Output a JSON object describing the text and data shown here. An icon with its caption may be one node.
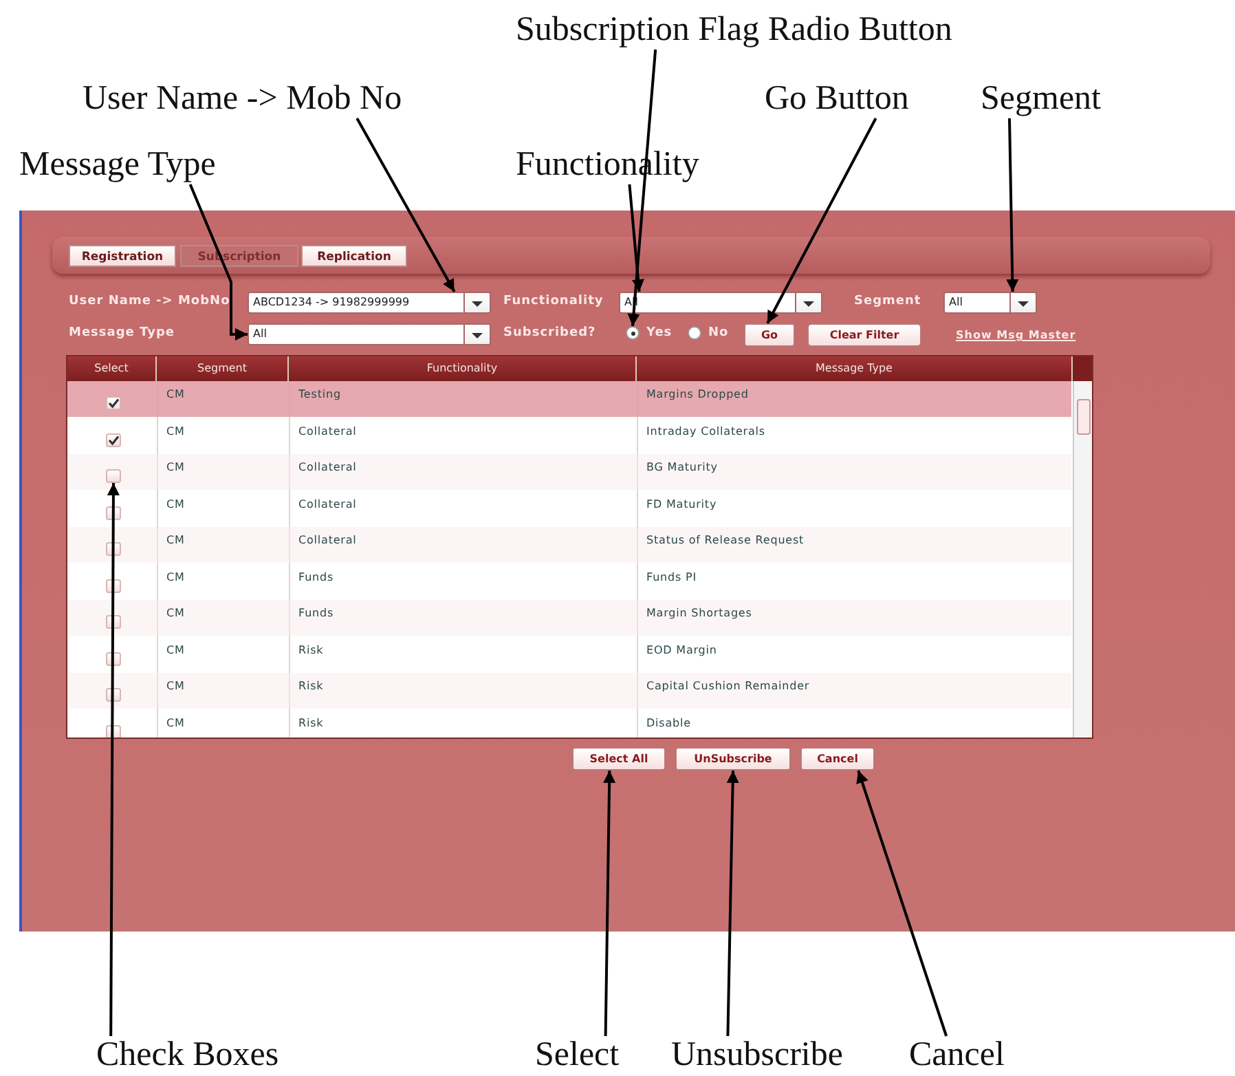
{
  "diagram": {
    "nodes": [
      {
        "text": [
          "Subscription Flag Radio Button"
        ]
      },
      {
        "text": [
          "User Name -> Mob No"
        ]
      },
      {
        "text": [
          "Go Button"
        ]
      },
      {
        "text": [
          "Segment"
        ]
      },
      {
        "text": [
          "Message Type"
        ]
      },
      {
        "text": [
          "Functionality"
        ]
      },
      {
        "text": [],
        "shape": "box"
      },
      {
        "text": [],
        "shape": "box"
      },
      {
        "text": [],
        "shape": "box"
      },
      {
        "text": [],
        "shape": "box"
      },
      {
        "text": [],
        "shape": "circle"
      },
      {
        "text": [],
        "shape": "box"
      },
      {
        "text": [],
        "shape": "box"
      },
      {
        "text": [],
        "shape": "box"
      },
      {
        "text": [],
        "shape": "box"
      },
      {
        "text": [],
        "shape": "box"
      },
      {
        "text": [
          "Check Boxes"
        ]
      },
      {
        "text": [
          "Select"
        ]
      },
      {
        "text": [
          "Unsubscribe"
        ]
      },
      {
        "text": [
          "Cancel"
        ]
      },
      {
        "text": [],
        "shape": "box"
      },
      {
        "text": [],
        "shape": "box"
      },
      {
        "text": [],
        "shape": "box"
      },
      {
        "text": [],
        "shape": "box"
      },
      {
        "text": [],
        "shape": "box"
      },
      {
        "text": [],
        "shape": "box"
      },
      {
        "text": [],
        "shape": "box"
      },
      {
        "text": [],
        "shape": "box"
      },
      {
        "text": [],
        "shape": "box"
      },
      {
        "text": [],
        "shape": "circle"
      },
      {
        "text": [
          "Clear Filter"
        ]
      }
    ],
    "edges": [
      {
        "from": 4,
        "to": 9,
        "arrow": "to"
      },
      {
        "from": 1,
        "to": 6,
        "arrow": "to"
      },
      {
        "from": 5,
        "to": 7,
        "arrow": "to"
      },
      {
        "from": 0,
        "to": 10,
        "arrow": "to"
      },
      {
        "from": 2,
        "to": 11,
        "arrow": "to"
      },
      {
        "from": 3,
        "to": 8,
        "arrow": "to"
      },
      {
        "from": 16,
        "to": 12,
        "arrow": "to"
      },
      {
        "from": 17,
        "to": 13,
        "arrow": "to"
      },
      {
        "from": 18,
        "to": 14,
        "arrow": "to"
      },
      {
        "from": 19,
        "to": 15,
        "arrow": "to"
      }
    ],
    "labels": [
      "Registration",
      "Subscription",
      "Replication",
      "User Name -> MobNo",
      "ABCD1234 -> 91982999999",
      "Functionality",
      "All",
      "Segment",
      "All",
      "Message Type",
      "All",
      "Subscribed?",
      "Yes",
      "No",
      "Go",
      "Show Msg Master",
      "Select",
      "Segment",
      "Functionality",
      "Message Type",
      "CM",
      "Testing",
      "Margins Dropped",
      "CM",
      "Collateral",
      "Intraday Collaterals",
      "CM",
      "Collateral",
      "BG Maturity",
      "CM",
      "Collateral",
      "FD Maturity",
      "CM",
      "Collateral",
      "Status of Release Request",
      "CM",
      "Funds",
      "Funds PI",
      "CM",
      "Funds",
      "Margin Shortages",
      "CM",
      "Risk",
      "EOD Margin",
      "CM",
      "Risk",
      "Capital Cushion Remainder",
      "CM",
      "Risk",
      "Disable",
      "Select All",
      "UnSubscribe",
      "Cancel"
    ]
  }
}
